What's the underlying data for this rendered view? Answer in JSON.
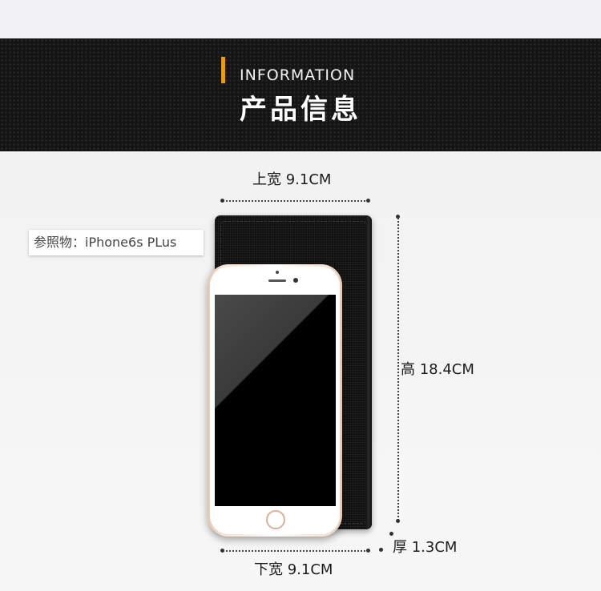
{
  "banner": {
    "title_en": "INFORMATION",
    "title_cn": "产品信息",
    "accent_color": "#f29a00"
  },
  "reference": {
    "label": "参照物：iPhone6s PLus"
  },
  "dimensions": {
    "top_width": "上宽 9.1CM",
    "height": "高 18.4CM",
    "thickness": "厚 1.3CM",
    "bottom_width": "下宽 9.1CM"
  },
  "images": {
    "wallet": "black-leather-wallet",
    "phone": "gold-iphone"
  }
}
